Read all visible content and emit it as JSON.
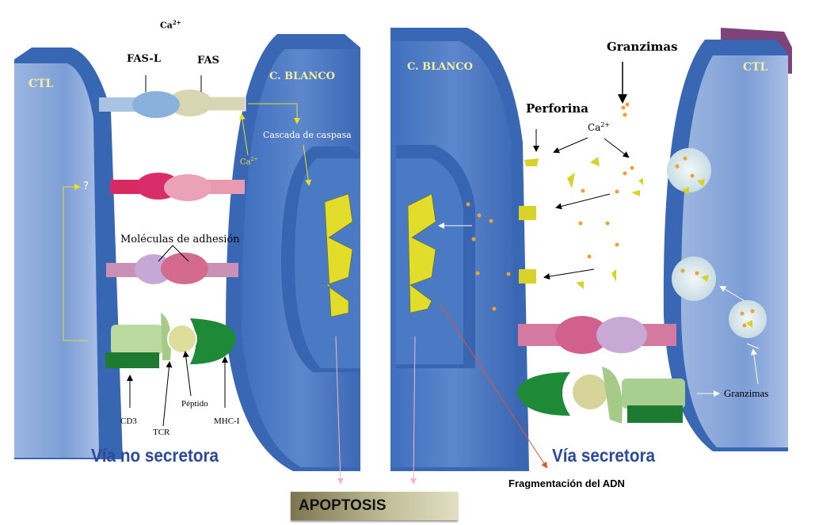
{
  "left_panel": {
    "ca_top": "Ca",
    "ca_top_sup": "2+",
    "ctl_label": "CTL",
    "target_label": "C. BLANCO",
    "fas_l": "FAS-L",
    "fas": "FAS",
    "caspase_cascade": "Cascada de caspasa",
    "ca_inner": "Ca",
    "ca_inner_sup": "2+",
    "question": "?",
    "adhesion": "Moléculas de adhesión",
    "peptide": "Péptido",
    "cd3": "CD3",
    "tcr": "TCR",
    "mhc": "MHC-I",
    "pathway": "Vía no secretora"
  },
  "right_panel": {
    "target_label": "C. BLANCO",
    "ctl_label": "CTL",
    "granzymes_top": "Granzimas",
    "perforin": "Perforina",
    "ca": "Ca",
    "ca_sup": "2+",
    "granzymes_side": "Granzimas",
    "pathway": "Vía secretora",
    "dna_fragmentation": "Fragmentación del  ADN"
  },
  "apoptosis": "APOPTOSIS",
  "colors": {
    "cell_dark": "#3a67b4",
    "cell_light": "#86a6d8",
    "label_yellow": "#f3eea0",
    "pathway_blue": "#2b4a9a",
    "granule_orange": "#f0a030"
  }
}
